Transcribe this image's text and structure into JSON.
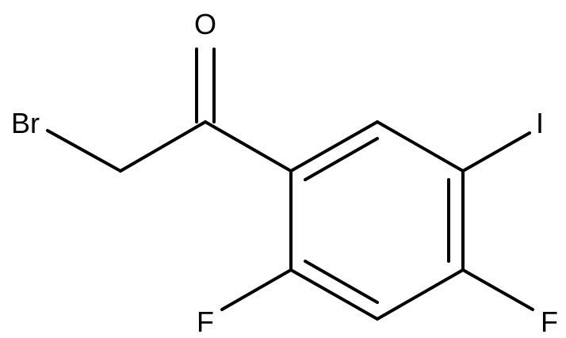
{
  "atoms": {
    "oxygen": "O",
    "bromine": "Br",
    "iodine": "I",
    "fluorine_left": "F",
    "fluorine_right": "F"
  },
  "colors": {
    "bond": "#000000",
    "label": "#000000",
    "background": "#ffffff"
  }
}
